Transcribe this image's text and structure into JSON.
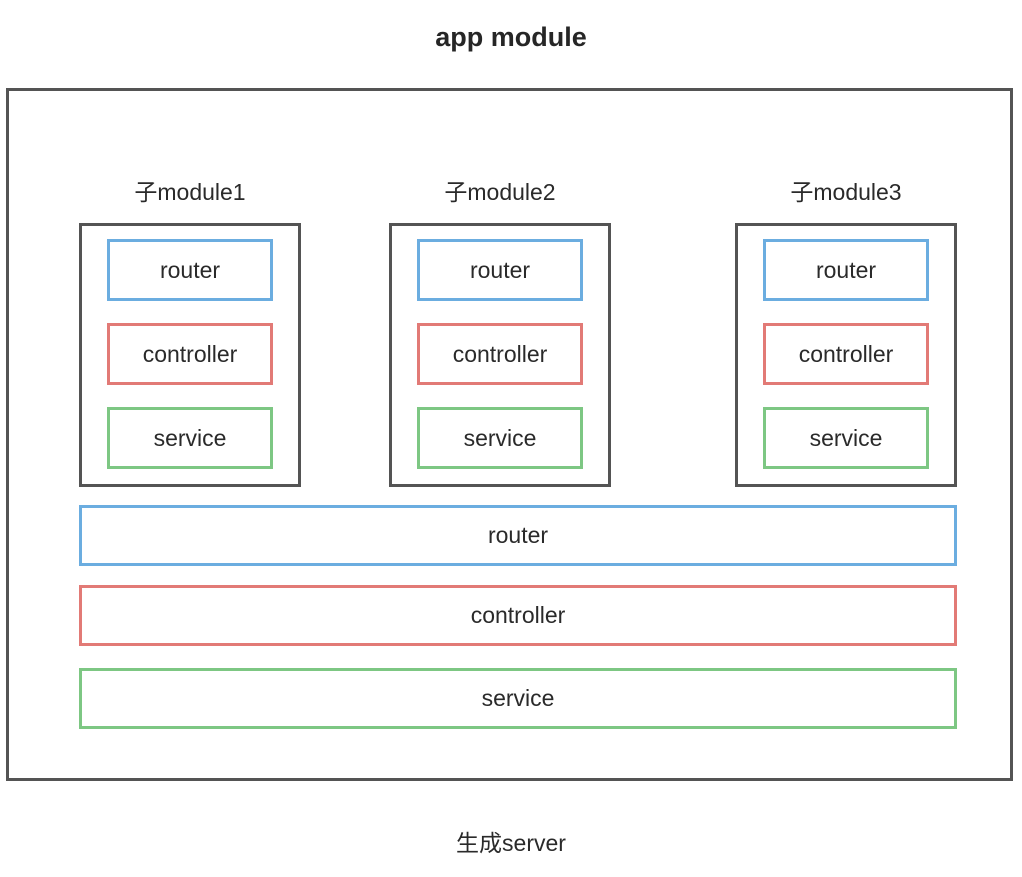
{
  "diagram": {
    "title": "app module",
    "footer_label": "生成server",
    "colors": {
      "container_border": "#545454",
      "router_border": "#6BADE0",
      "controller_border": "#E27A76",
      "service_border": "#7DC783",
      "text": "#2a2a2a"
    },
    "submodules": [
      {
        "label": "子module1",
        "layers": [
          {
            "label": "router"
          },
          {
            "label": "controller"
          },
          {
            "label": "service"
          }
        ]
      },
      {
        "label": "子module2",
        "layers": [
          {
            "label": "router"
          },
          {
            "label": "controller"
          },
          {
            "label": "service"
          }
        ]
      },
      {
        "label": "子module3",
        "layers": [
          {
            "label": "router"
          },
          {
            "label": "controller"
          },
          {
            "label": "service"
          }
        ]
      }
    ],
    "shared_layers": [
      {
        "label": "router"
      },
      {
        "label": "controller"
      },
      {
        "label": "service"
      }
    ]
  }
}
